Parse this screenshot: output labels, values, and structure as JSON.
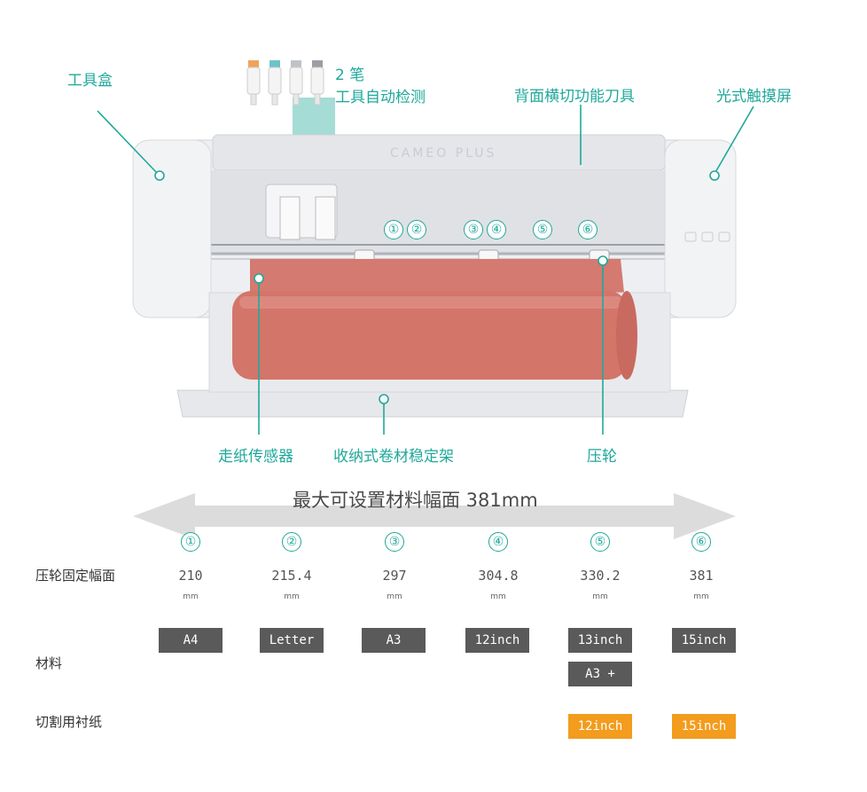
{
  "callouts": {
    "tool_box": "工具盒",
    "pen_count": "2 笔",
    "auto_detect": "工具自动检测",
    "cross_cutter": "背面横切功能刀具",
    "touch_screen": "光式触摸屏",
    "paper_sensor": "走纸传感器",
    "roll_holder": "收纳式卷材稳定架",
    "pinch_roller": "压轮"
  },
  "device": {
    "brand": "CAMEO",
    "brand_suffix": "PLUS"
  },
  "roller_positions": [
    "①",
    "②",
    "③",
    "④",
    "⑤",
    "⑥"
  ],
  "width_title": "最大可设置材料幅面 381mm",
  "table": {
    "row_labels": {
      "roller_width": "压轮固定幅面",
      "material": "材料",
      "carrier": "切割用衬纸"
    },
    "columns": [
      {
        "num": "①",
        "value": "210",
        "unit": "mm",
        "materials": [
          "A4"
        ],
        "carrier": ""
      },
      {
        "num": "②",
        "value": "215.4",
        "unit": "mm",
        "materials": [
          "Letter"
        ],
        "carrier": ""
      },
      {
        "num": "③",
        "value": "297",
        "unit": "mm",
        "materials": [
          "A3"
        ],
        "carrier": ""
      },
      {
        "num": "④",
        "value": "304.8",
        "unit": "mm",
        "materials": [
          "12inch"
        ],
        "carrier": ""
      },
      {
        "num": "⑤",
        "value": "330.2",
        "unit": "mm",
        "materials": [
          "13inch",
          "A3 +"
        ],
        "carrier": "12inch"
      },
      {
        "num": "⑥",
        "value": "381",
        "unit": "mm",
        "materials": [
          "15inch"
        ],
        "carrier": "15inch"
      }
    ]
  },
  "colors": {
    "accent": "#1fa89a",
    "tag_gray": "#5a5a5a",
    "tag_orange": "#f39c1d",
    "roll": "#d4756a"
  }
}
